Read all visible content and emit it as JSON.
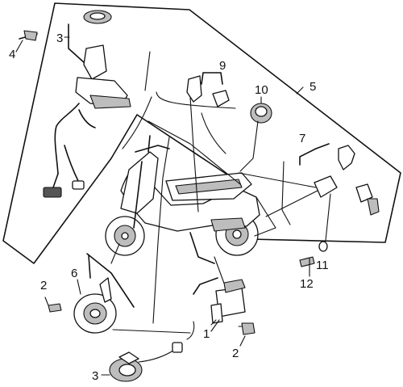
{
  "callouts": {
    "c1": "1",
    "c2a": "2",
    "c2b": "2",
    "c3a": "3",
    "c3b": "3",
    "c4": "4",
    "c5": "5",
    "c6": "6",
    "c7": "7",
    "c9": "9",
    "c10": "10",
    "c11": "11",
    "c12": "12"
  }
}
